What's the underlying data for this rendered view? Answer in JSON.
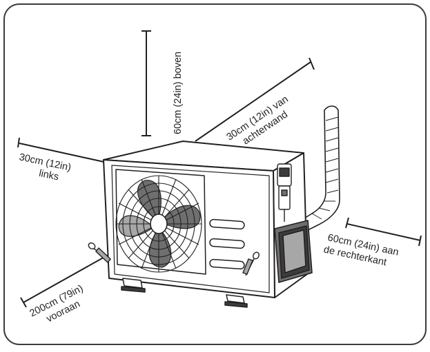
{
  "labels": {
    "top": "60cm (24in) boven",
    "back_line1": "30cm (12in) van",
    "back_line2": "achterwand",
    "left_line1": "30cm (12in)",
    "left_line2": "links",
    "right_line1": "60cm (24in) aan",
    "right_line2": "de rechterkant",
    "front_line1": "200cm (79in)",
    "front_line2": "vooraan"
  },
  "colors": {
    "line": "#231f20",
    "fan_dark": "#6f6f6f",
    "fan_light": "#a7a7a7",
    "frame": "#3c3c3c",
    "background": "#ffffff"
  },
  "icons": {
    "unit": "outdoor-ac-unit-illustration",
    "screw": "screw-icon"
  }
}
